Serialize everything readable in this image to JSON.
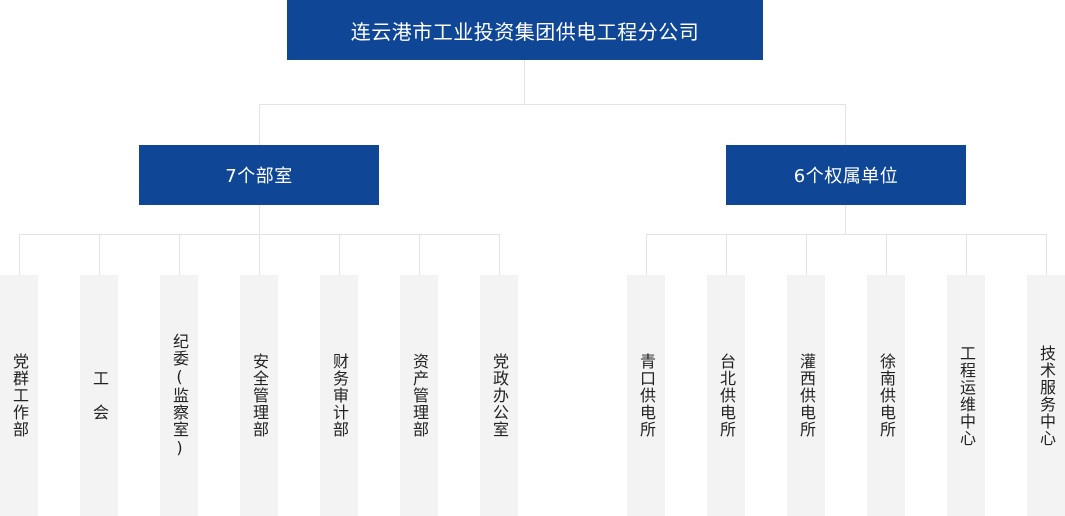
{
  "root": {
    "label": "连云港市工业投资集团供电工程分公司"
  },
  "left_group": {
    "label": "7个部室",
    "items": [
      {
        "label": "党群工作部"
      },
      {
        "label": "工　会"
      },
      {
        "label": "纪委(监察室)"
      },
      {
        "label": "安全管理部"
      },
      {
        "label": "财务审计部"
      },
      {
        "label": "资产管理部"
      },
      {
        "label": "党政办公室"
      }
    ]
  },
  "right_group": {
    "label": "6个权属单位",
    "items": [
      {
        "label": "青口供电所"
      },
      {
        "label": "台北供电所"
      },
      {
        "label": "灌西供电所"
      },
      {
        "label": "徐南供电所"
      },
      {
        "label": "工程运维中心"
      },
      {
        "label": "技术服务中心"
      }
    ]
  },
  "colors": {
    "box_fill": "#0f4796",
    "box_text": "#ffffff",
    "connector": "#e3e3e3",
    "leaf_fill": "#f3f3f3",
    "leaf_text": "#222222"
  }
}
